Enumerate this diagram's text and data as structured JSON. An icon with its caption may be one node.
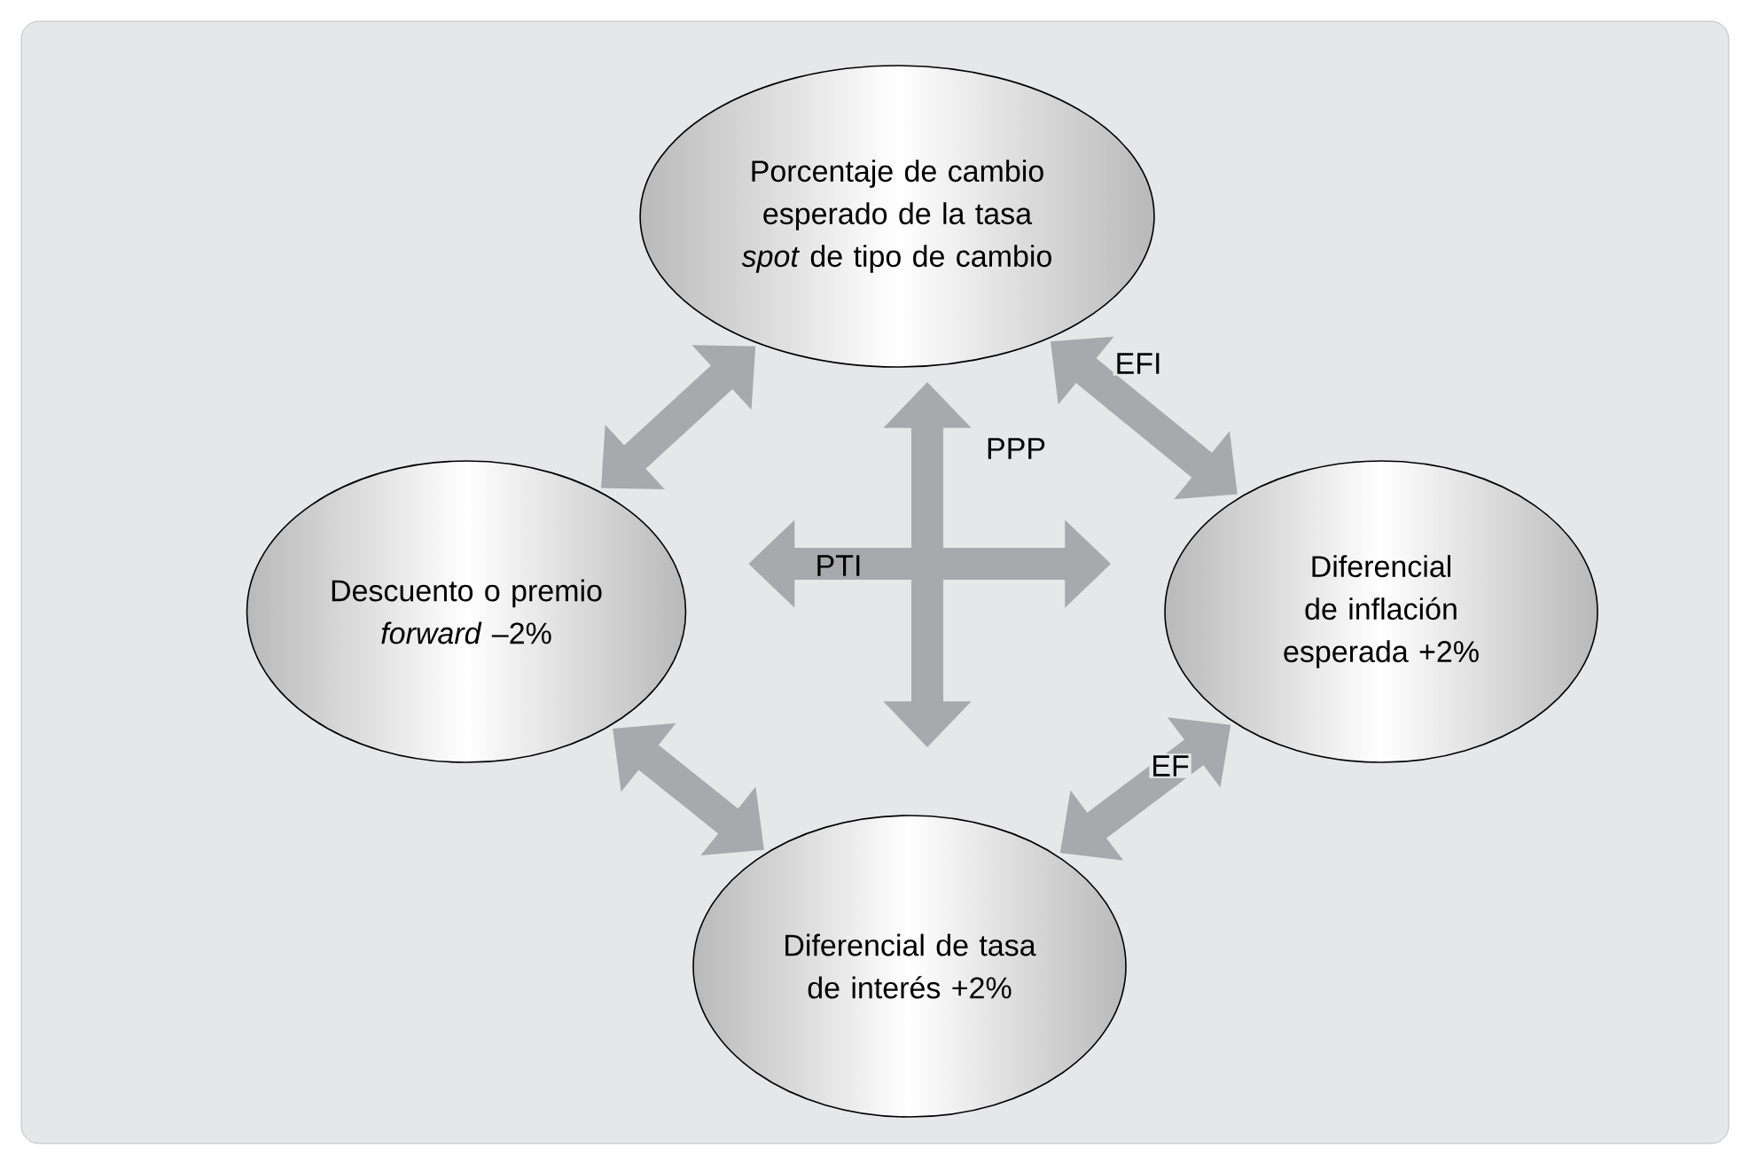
{
  "diagram": {
    "nodes": [
      {
        "text": [
          "Porcentaje de cambio esperado de la tasa *spot* de tipo de cambio"
        ]
      },
      {
        "text": [
          "Descuento o premio *forward* –2%"
        ]
      },
      {
        "text": [
          "Diferencial de inflación esperada +2%"
        ]
      },
      {
        "text": [
          "Diferencial de tasa de interés +2%"
        ]
      }
    ],
    "edges": [
      {
        "from": 0,
        "to": 1,
        "arrow": "both"
      },
      {
        "from": 0,
        "to": 2,
        "arrow": "both",
        "label": "EFI"
      },
      {
        "from": 0,
        "to": 3,
        "arrow": "both",
        "label": "PPP"
      },
      {
        "from": 1,
        "to": 2,
        "arrow": "both",
        "label": "PTI"
      },
      {
        "from": 1,
        "to": 3,
        "arrow": "both"
      },
      {
        "from": 3,
        "to": 2,
        "arrow": "both",
        "label": "EF"
      }
    ]
  }
}
